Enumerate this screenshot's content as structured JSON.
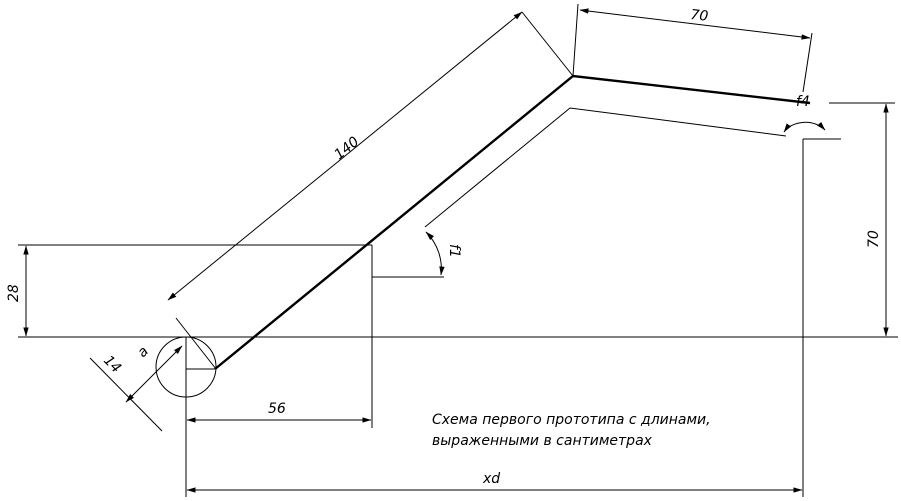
{
  "drawing": {
    "dimensions": {
      "length_140": "140",
      "length_70_top": "70",
      "height_70_right": "70",
      "height_28_left": "28",
      "offset_56": "56",
      "thickness_14": "14",
      "xd": "xd"
    },
    "labels": {
      "angle_f1": "f1",
      "angle_f4": "f4",
      "point_a": "a"
    },
    "caption": {
      "line1": "Схема первого прототипа с длинами,",
      "line2": "выраженными в сантиметрах"
    }
  }
}
